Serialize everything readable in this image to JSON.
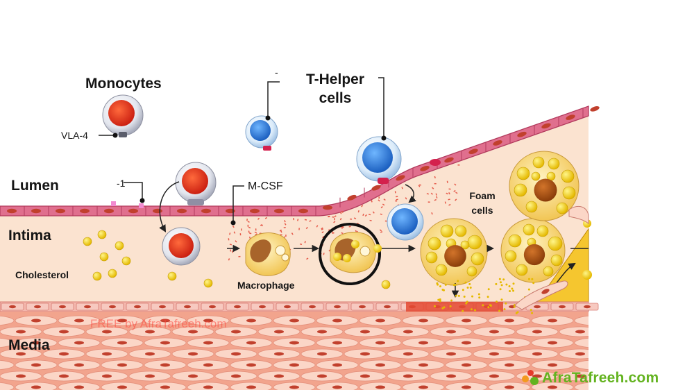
{
  "labels": {
    "monocytes": "Monocytes",
    "vla4": "VLA-4",
    "minus_one": "-1",
    "dash_top": "-",
    "t_helper_line1": "T-Helper",
    "t_helper_line2": "cells",
    "lumen": "Lumen",
    "m_csf": "M-CSF",
    "foam_line1": "Foam",
    "foam_line2": "cells",
    "intima": "Intima",
    "cholesterol": "Cholesterol",
    "macrophage": "Macrophage",
    "media": "Media"
  },
  "watermark": "FREE by AfraTafreeh.com",
  "logo": {
    "text": "AfraTafreeh.com",
    "color": "#63b31f"
  },
  "colors": {
    "intima": "#fbe3d0",
    "endothelium": "#e06f8e",
    "endothelium_stroke": "#b23b5d",
    "media": "#f2a48d",
    "media_cell": "#fbd6c7",
    "monocyte_nucleus": "#e33118",
    "t_cell_nucleus": "#2f7fd6",
    "macrophage_body": "#f7d684",
    "foam_nucleus": "#a44f12",
    "lipid": "#f5d10a",
    "plaque": "#f5c62f"
  },
  "icons": {
    "monocyte": "monocyte-cell-icon",
    "t_cell": "t-helper-cell-icon",
    "macrophage": "macrophage-cell-icon",
    "foam_cell": "foam-cell-icon"
  }
}
